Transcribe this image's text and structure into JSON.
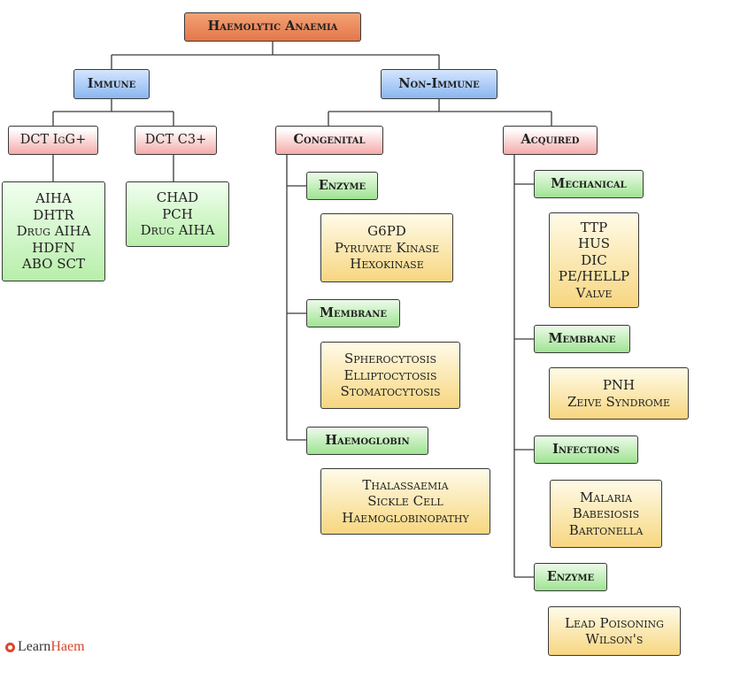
{
  "title": "Haemolytic Anaemia",
  "immune": {
    "label": "Immune",
    "dct_igg": {
      "label": "DCT IgG+",
      "items": [
        "AIHA",
        "DHTR",
        "Drug AIHA",
        "HDFN",
        "ABO SCT"
      ]
    },
    "dct_c3": {
      "label": "DCT C3+",
      "items": [
        "CHAD",
        "PCH",
        "Drug AIHA"
      ]
    }
  },
  "non_immune": {
    "label": "Non-Immune",
    "congenital": {
      "label": "Congenital",
      "enzyme": {
        "label": "Enzyme",
        "items": [
          "G6PD",
          "Pyruvate Kinase",
          "Hexokinase"
        ]
      },
      "membrane": {
        "label": "Membrane",
        "items": [
          "Spherocytosis",
          "Elliptocytosis",
          "Stomatocytosis"
        ]
      },
      "haemoglobin": {
        "label": "Haemoglobin",
        "items": [
          "Thalassaemia",
          "Sickle Cell",
          "Haemoglobinopathy"
        ]
      }
    },
    "acquired": {
      "label": "Acquired",
      "mechanical": {
        "label": "Mechanical",
        "items": [
          "TTP",
          "HUS",
          "DIC",
          "PE/HELLP",
          "Valve"
        ]
      },
      "membrane": {
        "label": "Membrane",
        "items": [
          "PNH",
          "Zeive Syndrome"
        ]
      },
      "infections": {
        "label": "Infections",
        "items": [
          "Malaria",
          "Babesiosis",
          "Bartonella"
        ]
      },
      "enzyme": {
        "label": "Enzyme",
        "items": [
          "Lead Poisoning",
          "Wilson's"
        ]
      }
    }
  },
  "brand": {
    "prefix": "Learn",
    "suffix": "Haem"
  },
  "colors": {
    "root": "#e3774a",
    "level1": "#8ab6f0",
    "level2": "#f6aaaa",
    "category": "#9fe392",
    "list": "#f7d680",
    "line": "#3a3a3a",
    "logo": "#d9472b"
  }
}
